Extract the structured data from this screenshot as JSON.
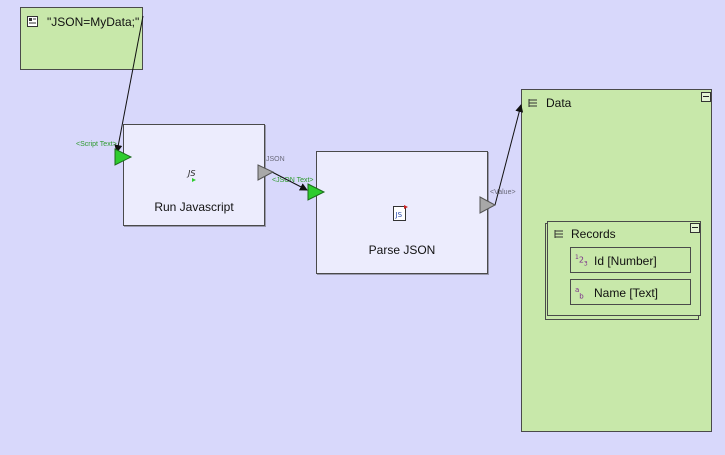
{
  "constant_node": {
    "value": "\"JSON=MyData;\"",
    "icon": "constant-text-icon"
  },
  "run_javascript": {
    "title": "Run Javascript",
    "icon_text": "JS",
    "input_port_label": "<Script Text>",
    "output_port_label": "JSON"
  },
  "parse_json": {
    "title": "Parse JSON",
    "icon_text": "JS",
    "input_port_label": "<JSON Text>",
    "output_port_label": "<Value>"
  },
  "data_container": {
    "title": "Data",
    "records": {
      "title": "Records",
      "fields": [
        {
          "icon": "123",
          "label": "Id [Number]"
        },
        {
          "icon": "ab",
          "label": "Name [Text]"
        }
      ]
    }
  },
  "colors": {
    "canvas": "#d8d8fb",
    "node": "#ececfd",
    "data_box": "#c8e8aa",
    "port_in": "#2ecc2e",
    "port_out": "#a8a8a8"
  }
}
